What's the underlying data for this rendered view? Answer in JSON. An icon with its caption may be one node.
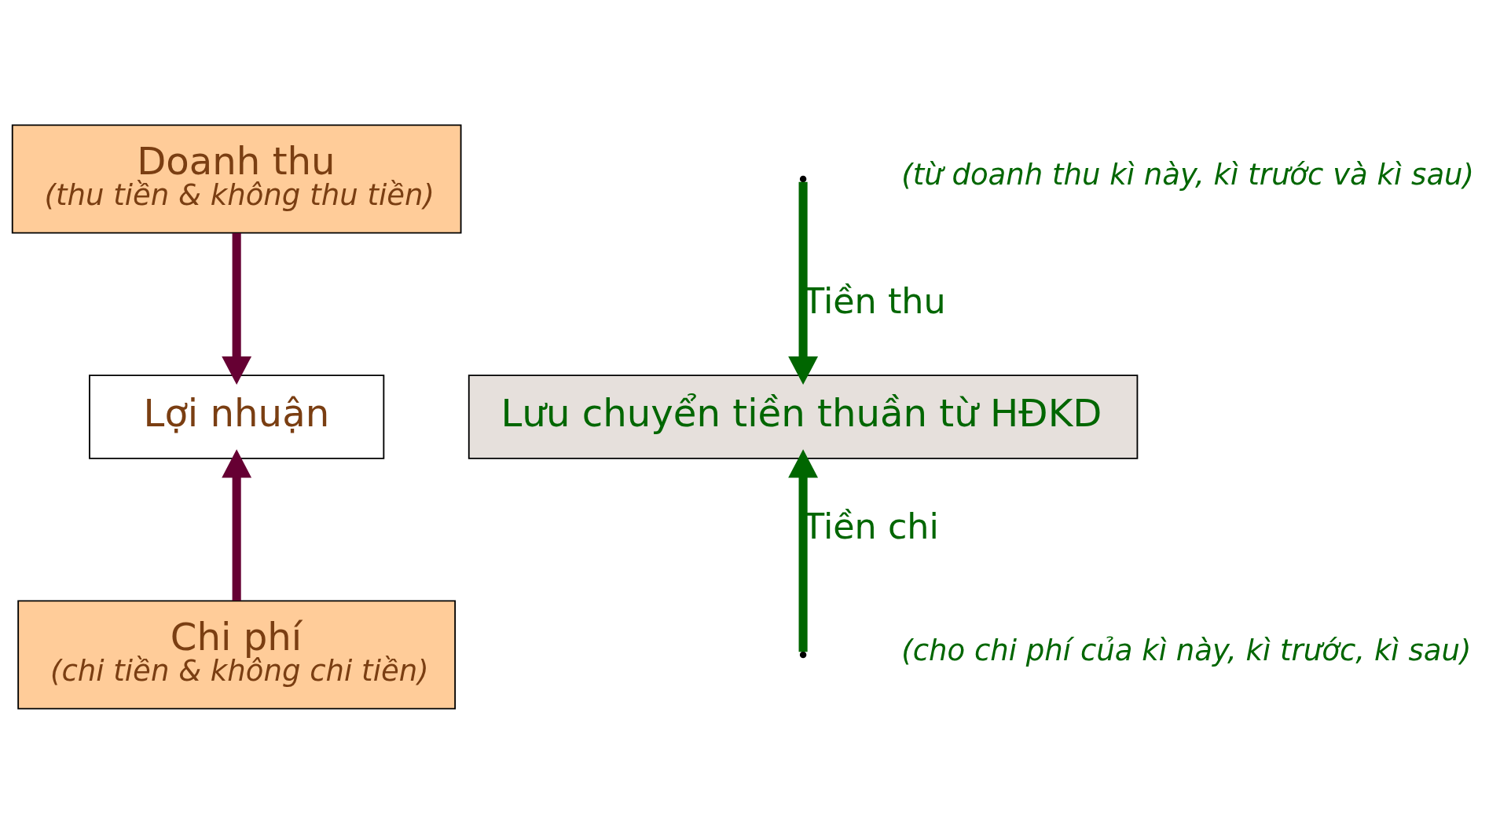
{
  "diagram": {
    "nodes": [
      {
        "text": [
          "Doanh thu",
          "(thu tiền & không thu tiền)"
        ]
      },
      {
        "text": [
          "Lợi nhuận"
        ]
      },
      {
        "text": [
          "Chi phí",
          "(chi tiền & không chi tiền)"
        ]
      },
      {
        "text": [
          "Lưu chuyển tiền thuần từ HĐKD"
        ]
      }
    ],
    "edges": [
      {
        "from": 0,
        "to": 1,
        "arrow": "to",
        "color": "#660033"
      },
      {
        "from": 2,
        "to": 1,
        "arrow": "to",
        "color": "#660033"
      },
      {
        "from": null,
        "to": 3,
        "arrow": "to",
        "label": "Tiền thu",
        "color": "#006600"
      },
      {
        "from": null,
        "to": 3,
        "arrow": "to",
        "label": "Tiền chi",
        "color": "#006600"
      }
    ],
    "labels": [
      "(từ doanh thu kì này, kì trước và kì sau)",
      "(cho chi phí của kì này, kì trước, kì sau)"
    ]
  }
}
